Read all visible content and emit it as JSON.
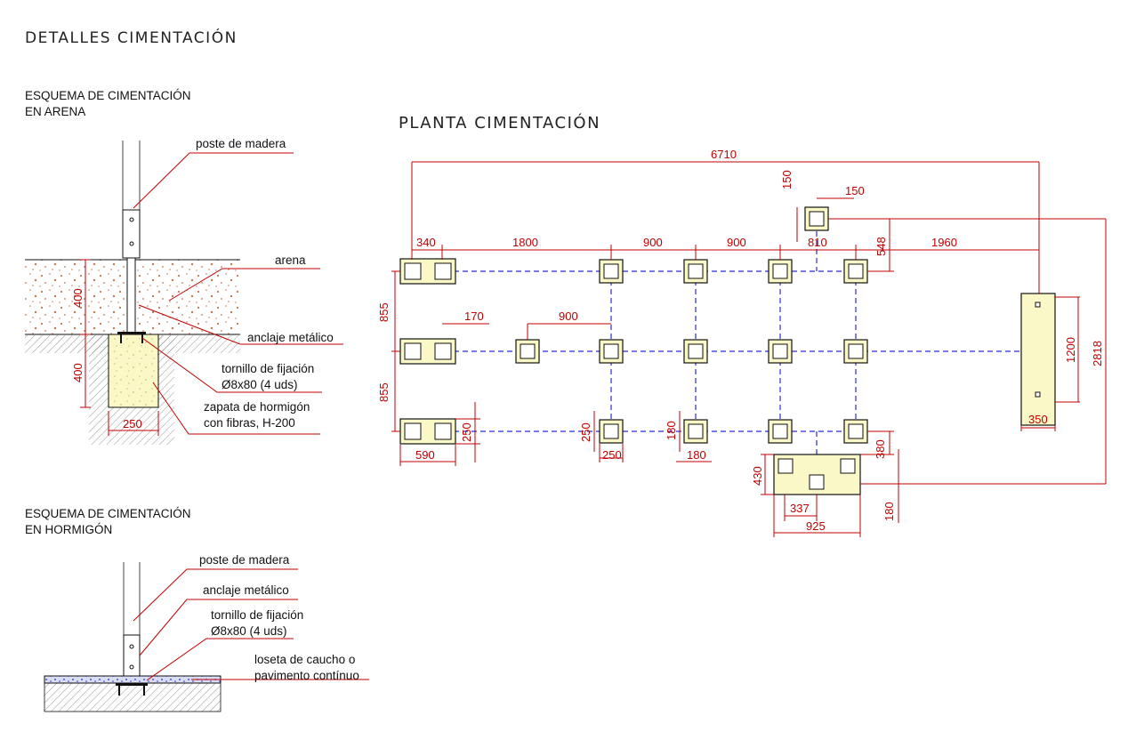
{
  "titles": {
    "main": "DETALLES CIMENTACIÓN",
    "plan": "PLANTA CIMENTACIÓN"
  },
  "sand_scheme": {
    "title_line1": "ESQUEMA DE CIMENTACIÓN",
    "title_line2": "EN ARENA",
    "labels": {
      "post": "poste de madera",
      "sand": "arena",
      "anchor": "anclaje metálico",
      "bolt_line1": "tornillo de fijación",
      "bolt_line2": "Ø8x80 (4 uds)",
      "footing_line1": "zapata de hormigón",
      "footing_line2": "con fibras, H-200"
    },
    "dims": {
      "sand_depth": "400",
      "footing_depth": "400",
      "footing_width": "250"
    }
  },
  "concrete_scheme": {
    "title_line1": "ESQUEMA DE CIMENTACIÓN",
    "title_line2": "EN HORMIGÓN",
    "labels": {
      "post": "poste de madera",
      "anchor": "anclaje metálico",
      "bolt_line1": "tornillo de fijación",
      "bolt_line2": "Ø8x80 (4 uds)",
      "tile_line1": "loseta de caucho o",
      "tile_line2": "pavimento contínuo"
    }
  },
  "plan_dims": {
    "overall_length": "6710",
    "top_footing_height": "150",
    "top_footing_width": "150",
    "first_pair": "340",
    "span_1800": "1800",
    "span_900a": "900",
    "span_900b": "900",
    "span_810": "810",
    "offset_548": "548",
    "span_1960": "1960",
    "row_spacing_1": "855",
    "row_spacing_2": "855",
    "offset_170": "170",
    "span_900_mid": "900",
    "slab_height": "1200",
    "overall_height": "2818",
    "slab_width": "350",
    "footing_250_v": "250",
    "pair_width": "590",
    "footing_250_v2": "250",
    "footing_250_h": "250",
    "footing_180_v": "180",
    "footing_180_h": "180",
    "offset_380": "380",
    "pad_height": "430",
    "pad_offset": "337",
    "pad_width": "925",
    "offset_180": "180"
  },
  "colors": {
    "dimension": "#c00000",
    "axis": "#2b2bd6",
    "footing_fill": "#fbf8c8",
    "sand_specks": "#c07850"
  }
}
